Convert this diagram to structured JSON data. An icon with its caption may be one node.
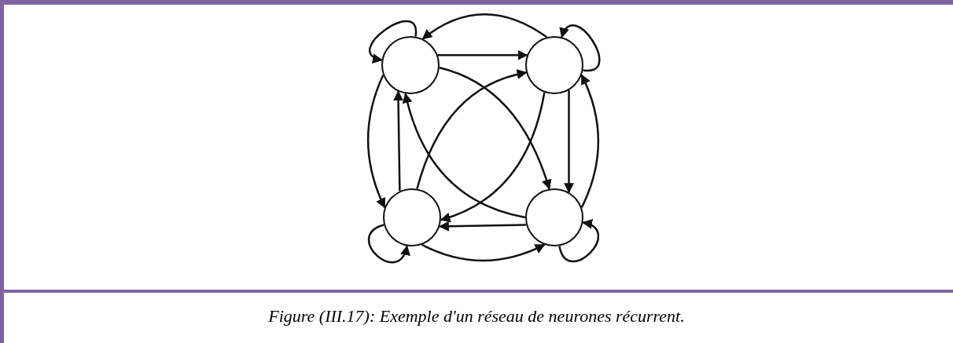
{
  "diagram": {
    "caption": "Figure (III.17): Exemple d'un réseau de neurones récurrent.",
    "nodes": [
      {
        "text": [],
        "shape": "circle"
      },
      {
        "text": [],
        "shape": "circle"
      },
      {
        "text": [],
        "shape": "circle"
      },
      {
        "text": [],
        "shape": "circle"
      }
    ],
    "edges": [
      {
        "from": 0,
        "to": 0,
        "arrow": "to"
      },
      {
        "from": 1,
        "to": 0,
        "arrow": "to"
      },
      {
        "from": 1,
        "to": 1,
        "arrow": "to"
      },
      {
        "from": 0,
        "to": 1,
        "arrow": "to"
      },
      {
        "from": 2,
        "to": 1,
        "arrow": "to"
      },
      {
        "from": 0,
        "to": 3,
        "arrow": "to"
      },
      {
        "from": 1,
        "to": 3,
        "arrow": "to"
      },
      {
        "from": 1,
        "to": 2,
        "arrow": "to"
      },
      {
        "from": 3,
        "to": 0,
        "arrow": "to"
      },
      {
        "from": 2,
        "to": 0,
        "arrow": "to"
      },
      {
        "from": 0,
        "to": 2,
        "arrow": "to"
      },
      {
        "from": 3,
        "to": 1,
        "arrow": "to"
      },
      {
        "from": 3,
        "to": 2,
        "arrow": "to"
      },
      {
        "from": 2,
        "to": 2,
        "arrow": "to"
      },
      {
        "from": 2,
        "to": 3,
        "arrow": "to"
      },
      {
        "from": 3,
        "to": 3,
        "arrow": "to"
      }
    ]
  }
}
